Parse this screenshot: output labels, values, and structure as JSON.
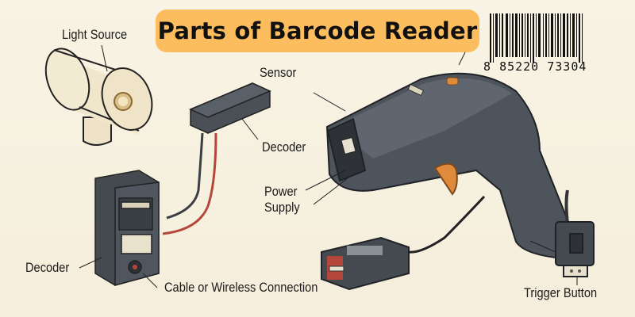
{
  "title": "Parts of Barcode Reader",
  "barcode": {
    "number_left": "8",
    "number_right": "85220 73304"
  },
  "labels": {
    "light_source": "Light Source",
    "sensor": "Sensor",
    "decoder_top": "Decoder",
    "power_supply_line1": "Power",
    "power_supply_line2": "Supply",
    "decoder_bottom": "Decoder",
    "cable_connection": "Cable or Wireless Connection",
    "trigger_button": "Trigger Button"
  },
  "colors": {
    "background": "#f6f0de",
    "title_box": "#fbbd5e",
    "device_body": "#4a4f56",
    "accent_orange": "#e08a3c",
    "cable_red": "#b5473a"
  }
}
